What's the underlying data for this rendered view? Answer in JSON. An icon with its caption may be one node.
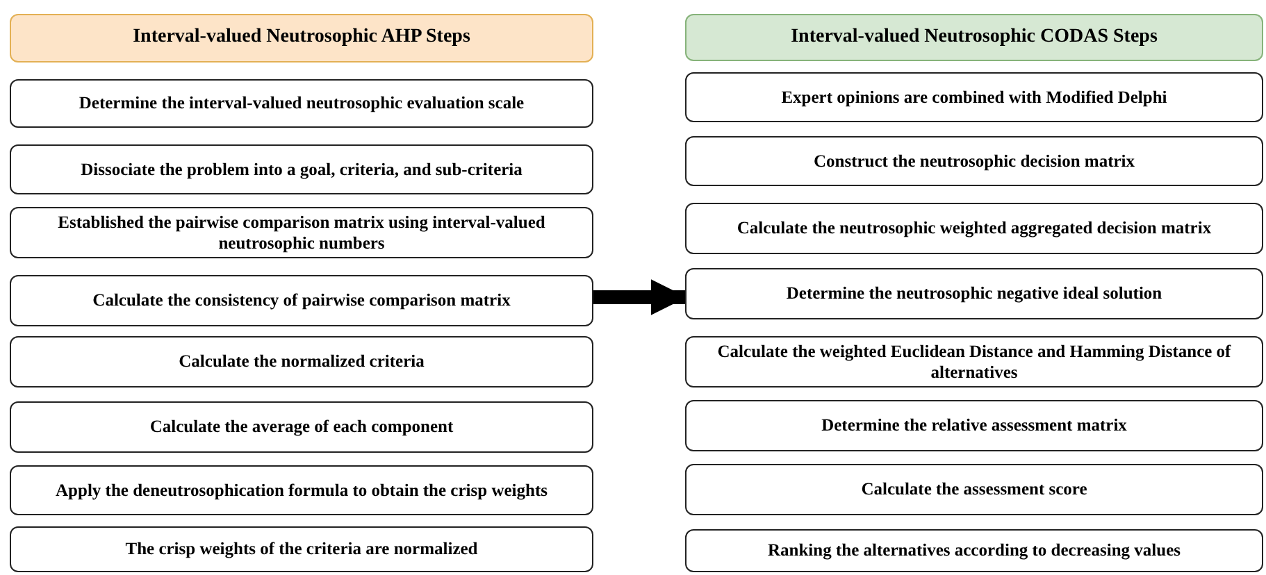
{
  "diagram": {
    "nodes": [
      {
        "text": [
          "Interval-valued Neutrosophic AHP Steps"
        ]
      },
      {
        "text": [
          "Determine the interval-valued neutrosophic evaluation scale"
        ]
      },
      {
        "text": [
          "Dissociate the problem into a goal, criteria, and sub-criteria"
        ]
      },
      {
        "text": [
          "Established the pairwise comparison matrix using interval-valued neutrosophic numbers"
        ]
      },
      {
        "text": [
          "Calculate the consistency of pairwise comparison matrix"
        ]
      },
      {
        "text": [
          "Calculate the normalized criteria"
        ]
      },
      {
        "text": [
          "Calculate the average of each component"
        ]
      },
      {
        "text": [
          "Apply the deneutrosophication formula to obtain the crisp weights"
        ]
      },
      {
        "text": [
          "The crisp weights of the criteria are normalized"
        ]
      },
      {
        "text": [
          "Interval-valued Neutrosophic CODAS Steps"
        ]
      },
      {
        "text": [
          "Expert opinions are combined with Modified Delphi"
        ]
      },
      {
        "text": [
          "Construct the neutrosophic decision matrix"
        ]
      },
      {
        "text": [
          "Calculate the neutrosophic weighted aggregated decision matrix"
        ]
      },
      {
        "text": [
          "Determine the neutrosophic negative ideal solution"
        ]
      },
      {
        "text": [
          "Calculate the weighted Euclidean Distance and Hamming Distance of alternatives"
        ]
      },
      {
        "text": [
          "Determine the relative assessment matrix"
        ]
      },
      {
        "text": [
          "Calculate the assessment score"
        ]
      },
      {
        "text": [
          "Ranking the alternatives according to decreasing values"
        ]
      }
    ],
    "edges": [
      {
        "from": 4,
        "to": 13,
        "arrow": "to"
      }
    ]
  }
}
